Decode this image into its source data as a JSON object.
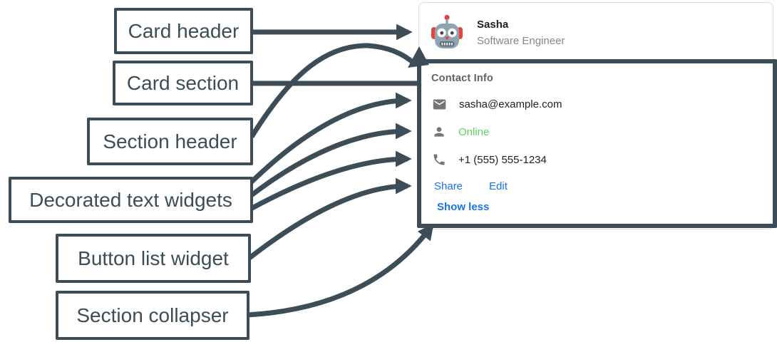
{
  "colors": {
    "ink": "#3C4D57",
    "link": "#1A73E8",
    "online-green": "#5DD35D",
    "text-dark": "#202124",
    "text-gray": "#82878C",
    "icon-gray": "#757575",
    "card-border": "#DADCE0"
  },
  "labels": [
    {
      "text": "Card header",
      "points_to": "header area with avatar, name and role"
    },
    {
      "text": "Card section",
      "points_to": "outlined section of the card"
    },
    {
      "text": "Section header",
      "points_to": "top of the card section"
    },
    {
      "text": "Decorated text widgets",
      "points_to": "email, status and phone rows"
    },
    {
      "text": "Button list widget",
      "points_to": "Share and Edit buttons"
    },
    {
      "text": "Section collapser",
      "points_to": "Show less control"
    }
  ],
  "card": {
    "header": {
      "avatar": "robot-avatar-icon",
      "name": "Sasha",
      "subtitle": "Software Engineer"
    },
    "section": {
      "title": "Contact Info",
      "rows": [
        {
          "icon": "email-icon",
          "text": "sasha@example.com"
        },
        {
          "icon": "person-icon",
          "text": "Online"
        },
        {
          "icon": "phone-icon",
          "text": "+1 (555) 555-1234"
        }
      ],
      "buttons": [
        "Share",
        "Edit"
      ],
      "collapser": "Show less"
    }
  }
}
